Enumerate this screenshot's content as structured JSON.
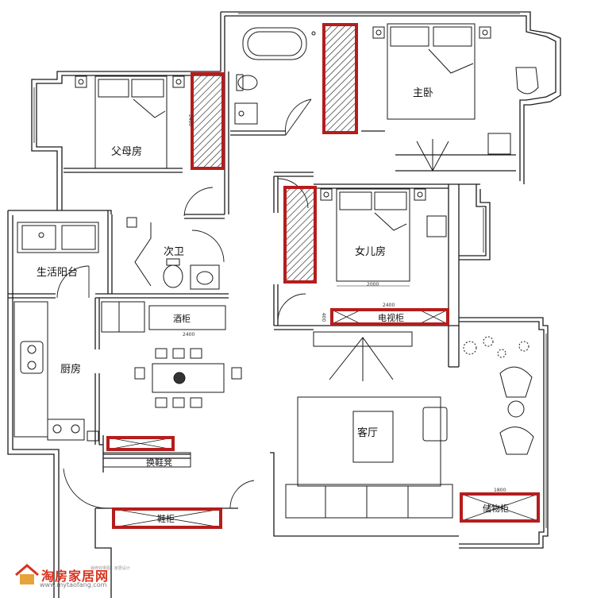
{
  "rooms": {
    "master_bedroom": "主卧",
    "parents_room": "父母房",
    "daughter_room": "女儿房",
    "second_bath": "次卫",
    "laundry": "生活阳台",
    "kitchen": "厨房",
    "living_room": "客厅"
  },
  "fixtures": {
    "wine_cabinet": "酒柜",
    "tv_cabinet": "电视柜",
    "shoe_cabinet": "鞋柜",
    "storage_cabinet": "储物柜",
    "bench": "换鞋凳"
  },
  "dimensions": {
    "parents_wardrobe": "2400",
    "daughter_bed": "2000",
    "tv_wall": "2400",
    "storage_wall": "1800",
    "wine_wall": "2400",
    "tv_side": "400"
  },
  "watermark": {
    "brand": "淘房家居网",
    "url": "www.mytaofang.com",
    "tag": "装修效果图 · 家居设计"
  },
  "colors": {
    "highlight": "#b51d1d",
    "wall": "#1a1a1a",
    "brand": "#d9321f"
  }
}
